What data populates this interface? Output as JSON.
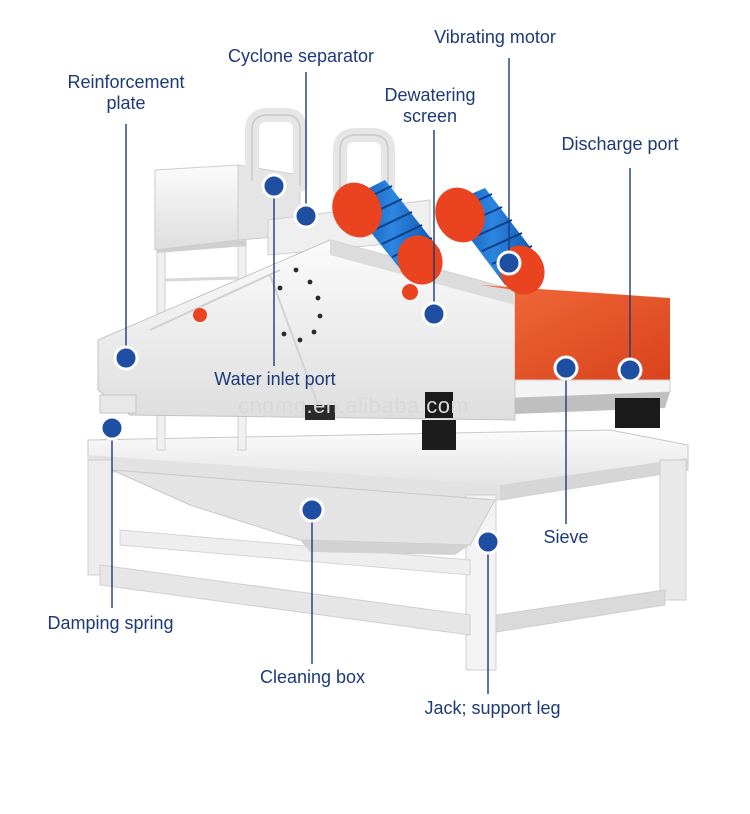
{
  "colors": {
    "label_text": "#1d3a78",
    "leader_line": "#1d3a78",
    "marker_fill": "#1e4fa3",
    "marker_ring": "#ffffff",
    "motor_orange": "#e9431f",
    "motor_blue": "#1565c8",
    "screen_orange": "#f05a2b",
    "frame_white": "#f2f2f2",
    "frame_shadow": "#cfcfcf"
  },
  "watermark": "cngmg.en.alibaba.com",
  "labels": {
    "reinforcement_plate_l1": "Reinforcement",
    "reinforcement_plate_l2": "plate",
    "cyclone_separator": "Cyclone separator",
    "vibrating_motor": "Vibrating motor",
    "dewatering_screen_l1": "Dewatering",
    "dewatering_screen_l2": "screen",
    "discharge_port": "Discharge port",
    "water_inlet_port": "Water inlet port",
    "sieve": "Sieve",
    "damping_spring": "Damping spring",
    "cleaning_box": "Cleaning box",
    "jack_support_leg": "Jack; support leg"
  }
}
